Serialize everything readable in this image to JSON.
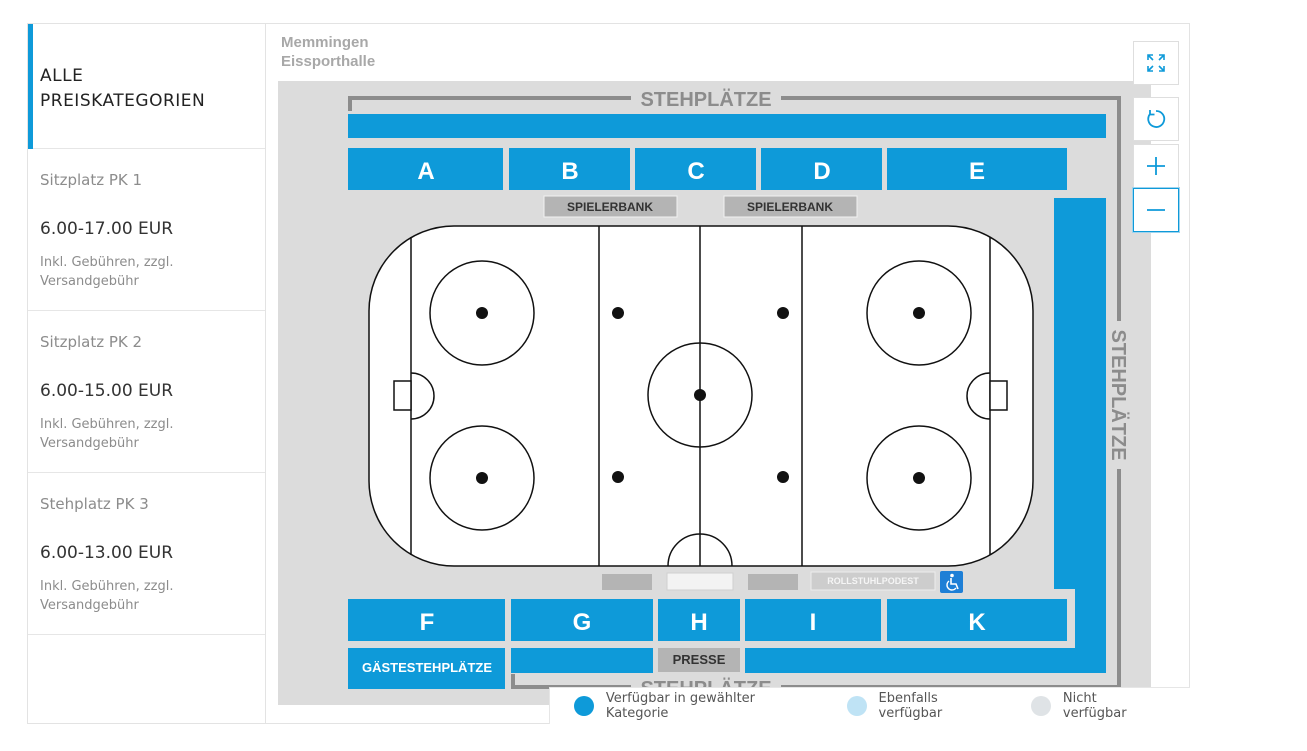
{
  "sidebar": {
    "all_label": "ALLE\nPREISKATEGORIEN",
    "categories": [
      {
        "name": "Sitzplatz PK 1",
        "price": "6.00-17.00 EUR",
        "note": "Inkl. Gebühren, zzgl.\nVersandgebühr"
      },
      {
        "name": "Sitzplatz PK 2",
        "price": "6.00-15.00 EUR",
        "note": "Inkl. Gebühren, zzgl.\nVersandgebühr"
      },
      {
        "name": "Stehplatz PK 3",
        "price": "6.00-13.00 EUR",
        "note": "Inkl. Gebühren, zzgl.\nVersandgebühr"
      }
    ]
  },
  "map": {
    "venue": "Memmingen\nEissporthalle",
    "standing_top": "STEHPLÄTZE",
    "standing_right": "STEHPLÄTZE",
    "standing_bottom": "STEHPLÄTZE",
    "blocks_top": [
      "A",
      "B",
      "C",
      "D",
      "E"
    ],
    "blocks_bottom": [
      "F",
      "G",
      "H",
      "I",
      "K"
    ],
    "bench_1": "SPIELERBANK",
    "bench_2": "SPIELERBANK",
    "wheelchair": "ROLLSTUHLPODEST",
    "press": "PRESSE",
    "guest_standing": "GÄSTESTEHPLÄTZE"
  },
  "controls": {
    "fullscreen_icon": "expand-icon",
    "reset_icon": "reset-icon",
    "zoom_in_icon": "plus-icon",
    "zoom_out_icon": "minus-icon"
  },
  "legend": [
    {
      "label": "Verfügbar in gewählter Kategorie",
      "color": "#0e9ad9"
    },
    {
      "label": "Ebenfalls verfügbar",
      "color": "#bfe3f5"
    },
    {
      "label": "Nicht verfügbar",
      "color": "#dfe3e6"
    }
  ],
  "colors": {
    "accent": "#0e9ad9",
    "seat_block": "#0e9ad9",
    "floor": "#dcdcdc",
    "frame": "#8c8c8c"
  }
}
